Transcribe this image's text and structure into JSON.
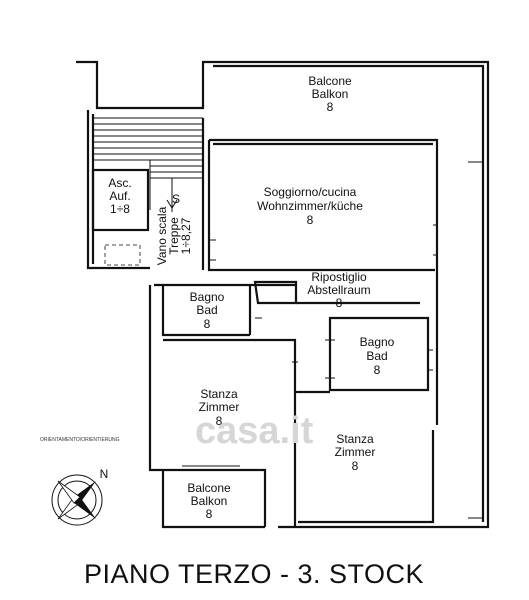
{
  "rooms": {
    "balcone_top": {
      "l1": "Balcone",
      "l2": "Balkon",
      "l3": "8"
    },
    "soggiorno": {
      "l1": "Soggiorno/cucina",
      "l2": "Wohnzimmer/küche",
      "l3": "8"
    },
    "ascensore": {
      "l1": "Asc.",
      "l2": "Auf.",
      "l3": "1÷8"
    },
    "vano_scala": {
      "l1": "Vano scala",
      "l2": "Treppe",
      "l3": "1÷8,27"
    },
    "ripostiglio": {
      "l1": "Ripostiglio",
      "l2": "Abstellraum",
      "l3": "8"
    },
    "bagno_left": {
      "l1": "Bagno",
      "l2": "Bad",
      "l3": "8"
    },
    "bagno_right": {
      "l1": "Bagno",
      "l2": "Bad",
      "l3": "8"
    },
    "stanza_left": {
      "l1": "Stanza",
      "l2": "Zimmer",
      "l3": "8"
    },
    "stanza_right": {
      "l1": "Stanza",
      "l2": "Zimmer",
      "l3": "8"
    },
    "balcone_bottom": {
      "l1": "Balcone",
      "l2": "Balkon",
      "l3": "8"
    }
  },
  "stair_mark": "S",
  "compass": {
    "label": "ORIENTAMENTO/ORIENTIERUNG",
    "north": "N"
  },
  "watermark": "casa.it",
  "title": "PIANO TERZO - 3. STOCK"
}
